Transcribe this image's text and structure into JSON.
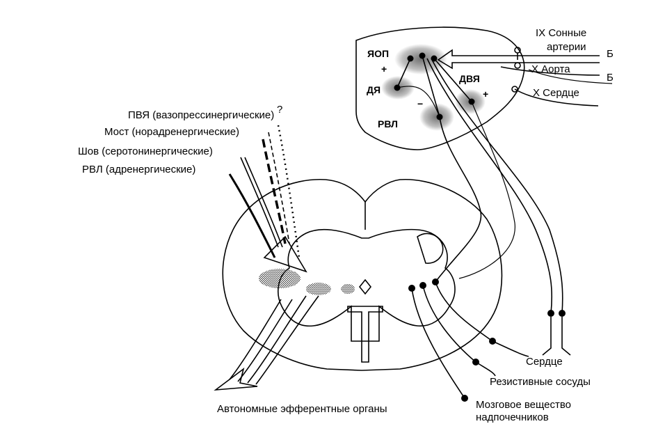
{
  "descending_pathways": [
    "ПВЯ (вазопрессинергические)",
    "Мост (норадренергические)",
    "Шов (серотонинергические)",
    "РВЛ (адренергические)"
  ],
  "unknown_marker": "?",
  "medulla_nuclei": {
    "yaop": "ЯОП",
    "dya": "ДЯ",
    "dvya": "ДВЯ",
    "rvl": "РВЛ",
    "plus_1": "+",
    "plus_2": "+",
    "minus": "−"
  },
  "afferent_nerves": {
    "ix_line1": "IX Сонные",
    "ix_line2": "артерии",
    "x_aorta": "X Аорта",
    "x_heart": "X Сердце",
    "b1": "Б",
    "b2": "Б"
  },
  "targets": {
    "heart": "Сердце",
    "vessels": "Резистивные сосуды",
    "adrenal_line1": "Мозговое вещество",
    "adrenal_line2": "надпочечников",
    "autonomic_effectors": "Автономные эфферентные органы"
  }
}
